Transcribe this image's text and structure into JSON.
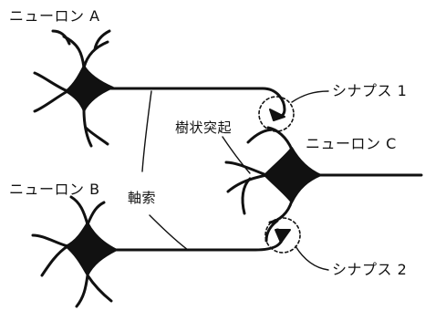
{
  "labels": {
    "neuron_a": "ニューロン A",
    "neuron_b": "ニューロン B",
    "neuron_c": "ニューロン C",
    "synapse_1": "シナプス 1",
    "synapse_2": "シナプス 2",
    "dendrite": "樹状突起",
    "axon": "軸索"
  },
  "colors": {
    "ink": "#111111",
    "background": "#ffffff"
  }
}
